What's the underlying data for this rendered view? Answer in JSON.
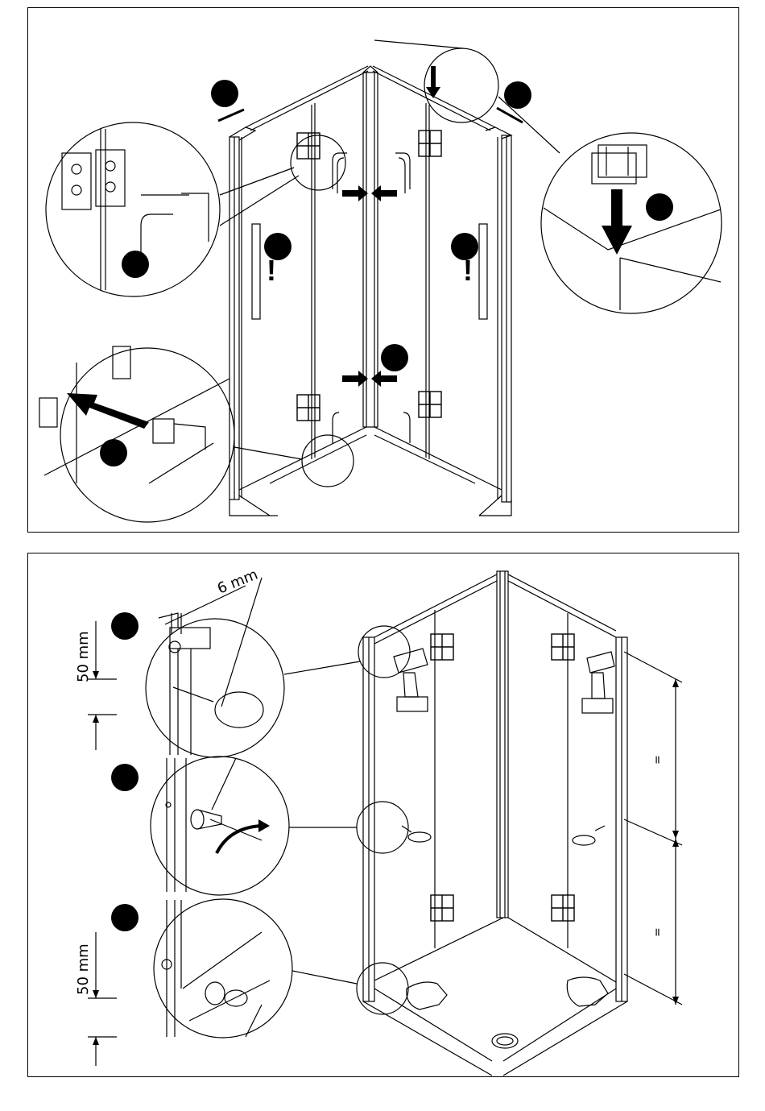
{
  "dimensions": {
    "offset_label": "6 mm",
    "height_label_top": "50 mm",
    "height_label_bottom": "50 mm",
    "equal_mark_1": "=",
    "equal_mark_2": "="
  },
  "symbols": {
    "warning": "!"
  },
  "icons": [
    "step-marker",
    "double-arrow-icon",
    "push-arrow-icon",
    "rotate-arrow-icon",
    "drill-icon",
    "screwdriver-icon",
    "hand-icon",
    "magnifier-callout"
  ]
}
